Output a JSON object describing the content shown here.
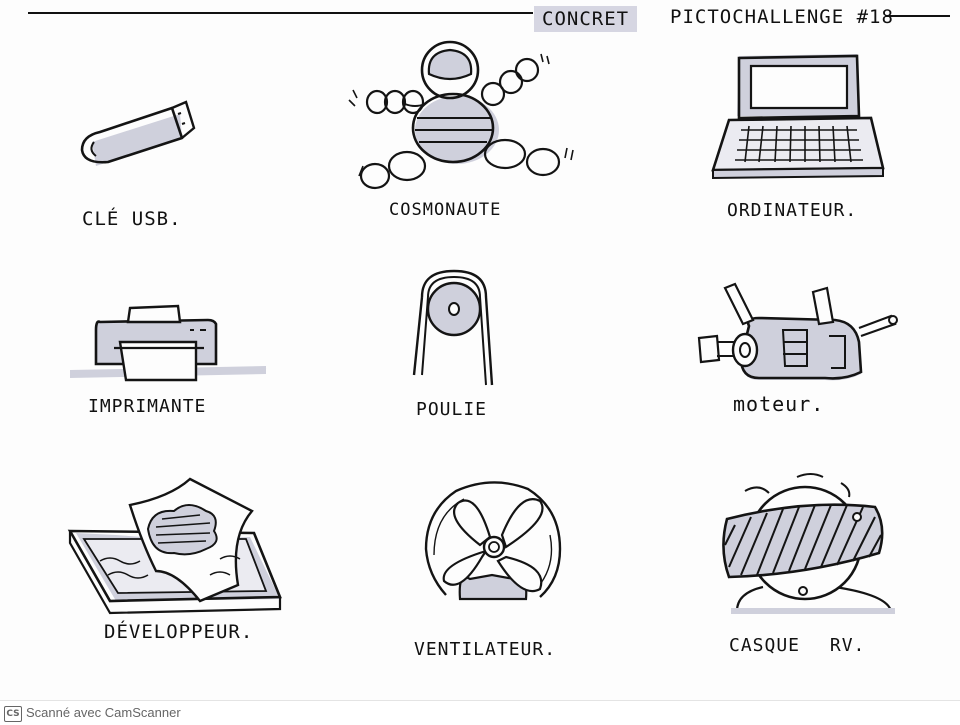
{
  "header": {
    "category": "CONCRET",
    "title": "PICTOCHALLENGE #18"
  },
  "items": [
    {
      "caption": "CLÉ USB.",
      "icon": "usb-key-icon"
    },
    {
      "caption": "COSMONAUTE",
      "icon": "cosmonaut-icon"
    },
    {
      "caption": "ORDINATEUR.",
      "icon": "laptop-icon"
    },
    {
      "caption": "IMPRIMANTE",
      "icon": "printer-icon"
    },
    {
      "caption": "POULIE",
      "icon": "pulley-icon"
    },
    {
      "caption": "moteur.",
      "icon": "engine-icon"
    },
    {
      "caption": "DÉVELOPPEUR.",
      "icon": "photo-developer-icon"
    },
    {
      "caption": "VENTILATEUR.",
      "icon": "fan-icon"
    },
    {
      "caption": "CASQUE RV.",
      "icon": "vr-headset-icon"
    }
  ],
  "footer": {
    "logo_text": "CS",
    "scanner_label": "Scanné avec CamScanner"
  },
  "colors": {
    "ink": "#141414",
    "shade": "#cfd0dc",
    "paper": "#fbfbfb"
  }
}
